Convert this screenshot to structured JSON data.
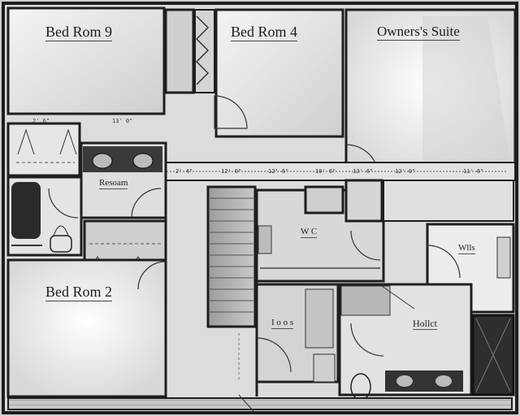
{
  "rooms": {
    "bedroom3": "Bed Rom 9",
    "bedroom4": "Bed Rom 4",
    "owners_suite": "Owners's Suite",
    "bedroom2": "Bed Rom 2",
    "laundry": "Resoam",
    "wic": "W C",
    "bath": "Wlls",
    "linen": "I o o s",
    "hall": "Hollct"
  },
  "dimensions": [
    "2' 6\"",
    "13' 0\"",
    "2' 4\"",
    "12' 0\"",
    "12' 6\"",
    "10' 6\"",
    "13' 6\"",
    "12' 0\"",
    "11' 6\""
  ],
  "colors": {
    "floor": "#d9d9d9",
    "room_light": "#f0f0f0",
    "wall": "#1e1e1e",
    "shadow": "#9a9a9a"
  }
}
